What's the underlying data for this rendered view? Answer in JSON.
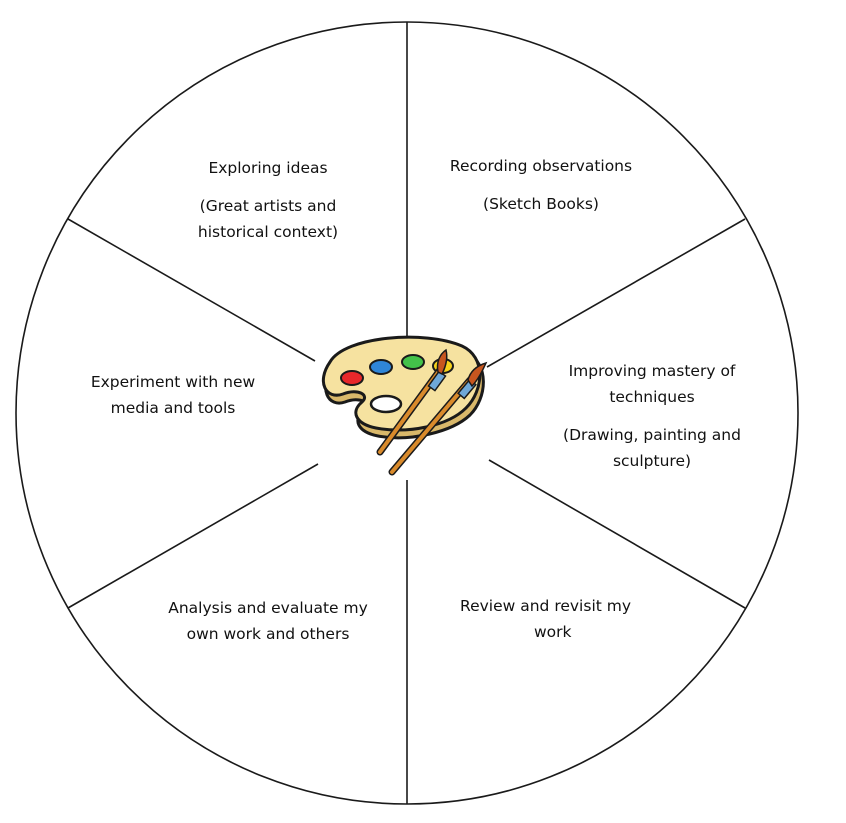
{
  "diagram": {
    "segments": [
      {
        "id": "exploring",
        "lines": [
          "Exploring ideas"
        ],
        "sublines": [
          "(Great artists and",
          "historical context)"
        ]
      },
      {
        "id": "recording",
        "lines": [
          "Recording observations"
        ],
        "sublines": [
          "(Sketch Books)"
        ]
      },
      {
        "id": "improving",
        "lines": [
          "Improving mastery of",
          "techniques"
        ],
        "sublines": [
          "(Drawing, painting and",
          "sculpture)"
        ]
      },
      {
        "id": "review",
        "lines": [
          "Review and revisit my",
          "work"
        ],
        "sublines": []
      },
      {
        "id": "analysis",
        "lines": [
          "Analysis and evaluate my",
          "own work and others"
        ],
        "sublines": []
      },
      {
        "id": "experiment",
        "lines": [
          "Experiment with new",
          "media and tools"
        ],
        "sublines": []
      }
    ],
    "center_icon": "art-palette-icon",
    "colors": {
      "outline": "#1a1a1a",
      "palette_wood": "#f6e2a0",
      "paint_red": "#e8282b",
      "paint_blue": "#2f86d8",
      "paint_green": "#43c24a",
      "paint_yellow": "#f6d21c",
      "brush_handle": "#d98a2b"
    }
  }
}
